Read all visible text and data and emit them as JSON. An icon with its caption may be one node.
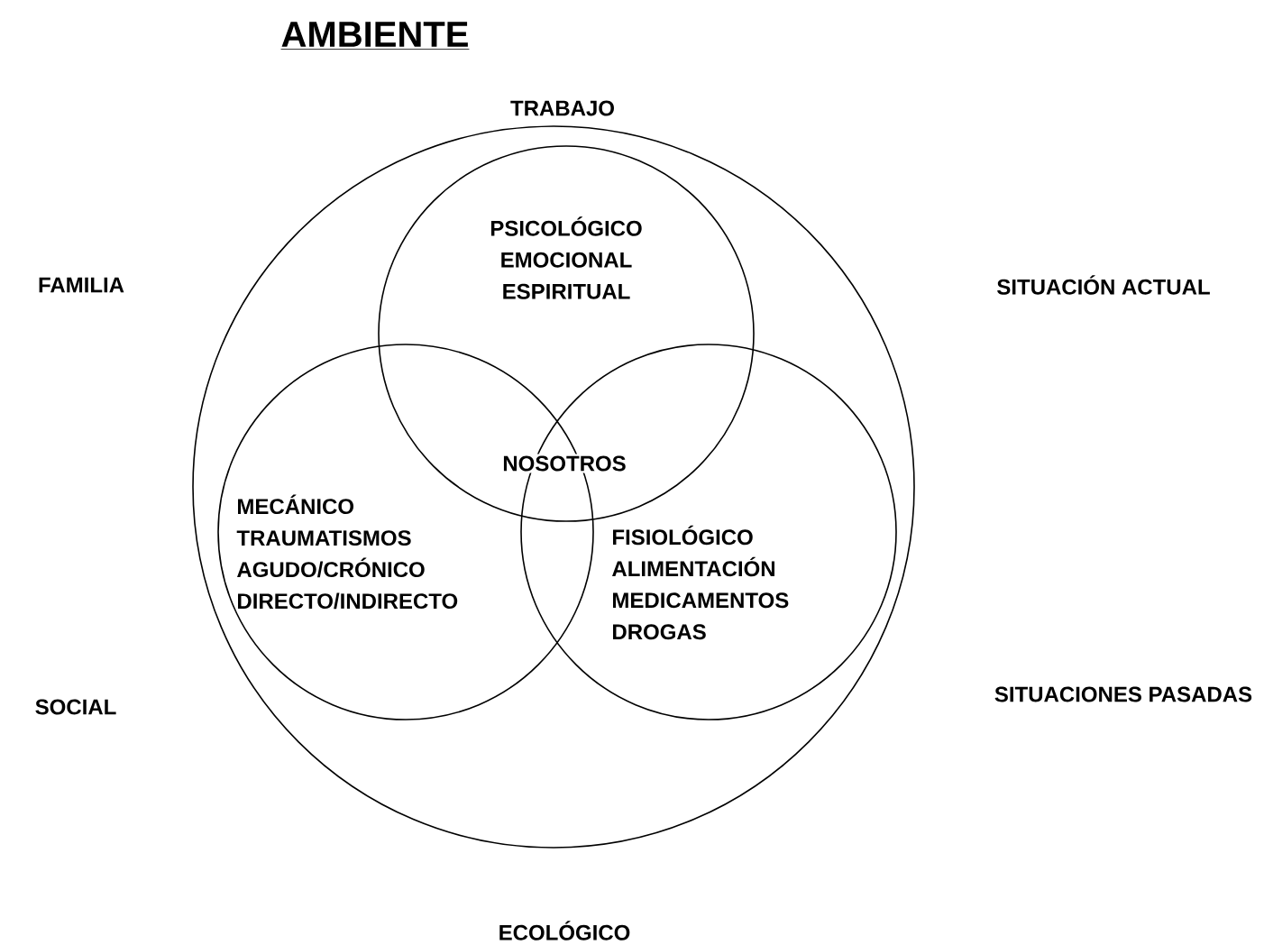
{
  "diagram": {
    "title": "AMBIENTE",
    "nodes": [
      {
        "text": [],
        "shape": "circle"
      },
      {
        "text": [
          "PSICOLÓGICO EMOCIONAL ESPIRITUAL"
        ],
        "in": 0
      },
      {
        "text": [
          "MECÁNICO TRAUMATISMOS AGUDO/CRÓNICO DIRECTO/INDIRECTO"
        ],
        "in": 0
      },
      {
        "text": [
          "FISIOLÓGICO ALIMENTACIÓN MEDICAMENTOS DROGAS"
        ],
        "in": 0
      }
    ],
    "edges": [],
    "labels": [
      "TRABAJO",
      "FAMILIA",
      "SITUACIÓN ACTUAL",
      "NOSOTROS",
      "SOCIAL",
      "SITUACIONES PASADAS",
      "ECOLÓGICO"
    ]
  }
}
